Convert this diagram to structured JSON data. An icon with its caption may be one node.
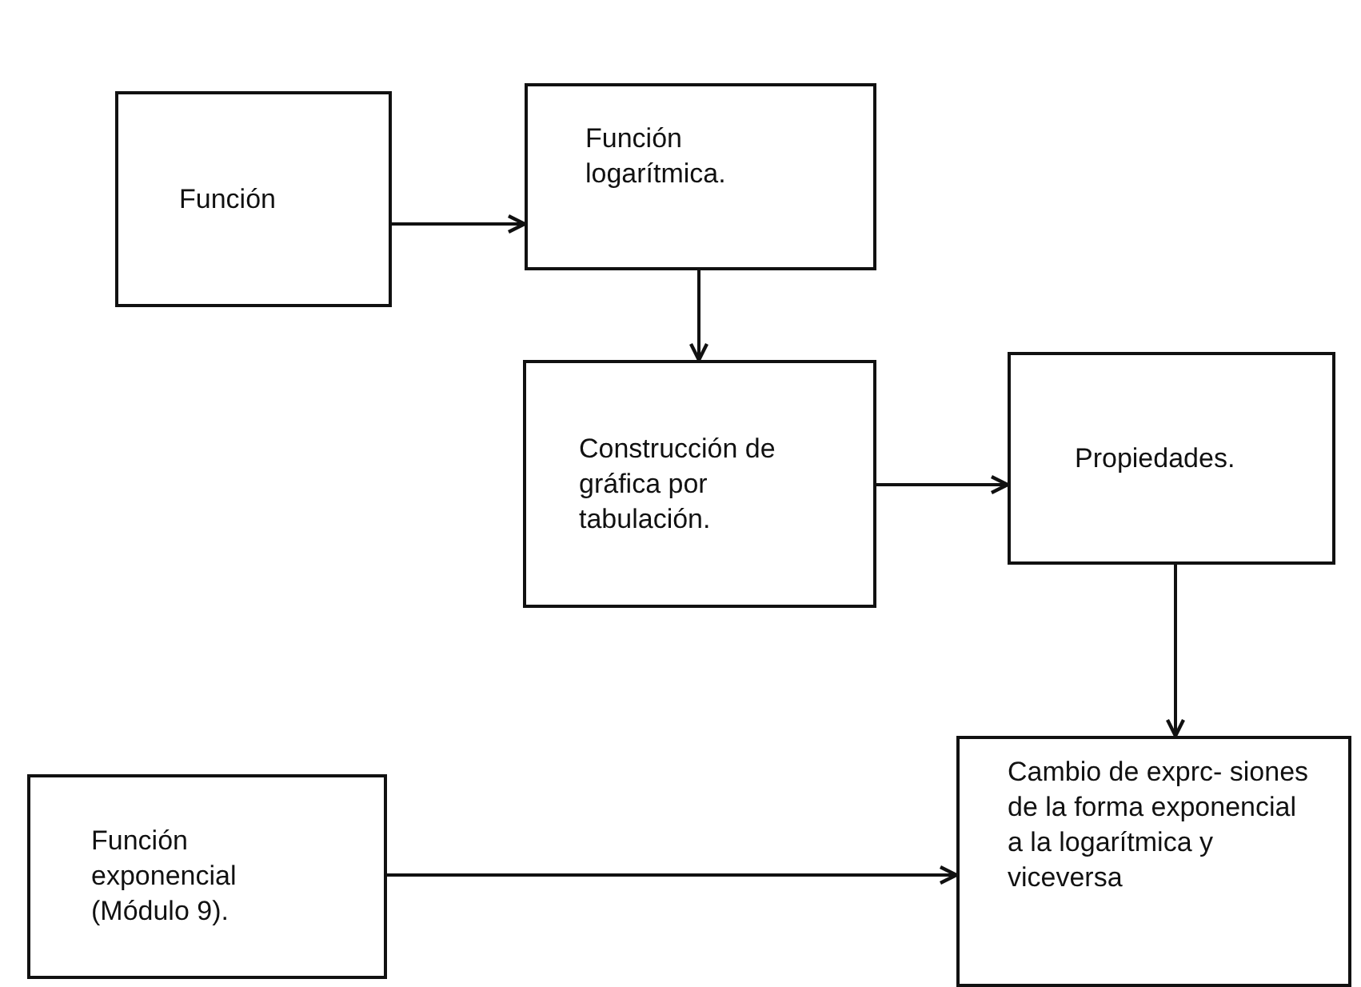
{
  "diagram": {
    "nodes": [
      {
        "text": [
          "Función"
        ]
      },
      {
        "text": [
          "Función logarítmica."
        ]
      },
      {
        "text": [
          "Construcción de gráfica por tabulación."
        ]
      },
      {
        "text": [
          "Propiedades."
        ]
      },
      {
        "text": [
          "Función exponencial (Módulo 9)."
        ]
      },
      {
        "text": [
          "Cambio de exprc- siones de la forma exponencial a la logarítmica y viceversa"
        ]
      }
    ],
    "edges": [
      {
        "from": 0,
        "to": 1,
        "arrow": "to"
      },
      {
        "from": 1,
        "to": 2,
        "arrow": "to"
      },
      {
        "from": 2,
        "to": 3,
        "arrow": "to"
      },
      {
        "from": 3,
        "to": 5,
        "arrow": "to"
      },
      {
        "from": 4,
        "to": 5,
        "arrow": "to"
      }
    ]
  }
}
